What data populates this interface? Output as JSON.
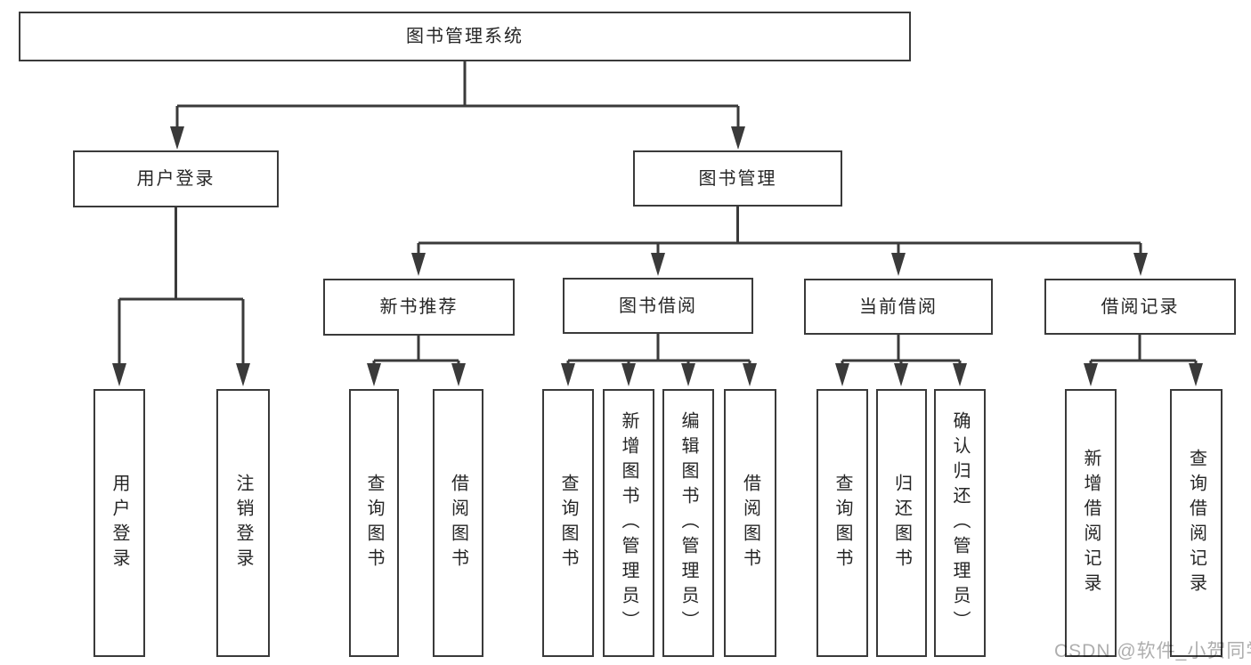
{
  "tree": {
    "root": {
      "label": "图书管理系统"
    },
    "children": [
      {
        "label": "用户登录",
        "children": [
          {
            "label": "用户登录"
          },
          {
            "label": "注销登录"
          }
        ]
      },
      {
        "label": "图书管理",
        "children": [
          {
            "label": "新书推荐",
            "children": [
              {
                "label": "查询图书"
              },
              {
                "label": "借阅图书"
              }
            ]
          },
          {
            "label": "图书借阅",
            "children": [
              {
                "label": "查询图书"
              },
              {
                "label": "新增图书（管理员）"
              },
              {
                "label": "编辑图书（管理员）"
              },
              {
                "label": "借阅图书"
              }
            ]
          },
          {
            "label": "当前借阅",
            "children": [
              {
                "label": "查询图书"
              },
              {
                "label": "归还图书"
              },
              {
                "label": "确认归还（管理员）"
              }
            ]
          },
          {
            "label": "借阅记录",
            "children": [
              {
                "label": "新增借阅记录"
              },
              {
                "label": "查询借阅记录"
              }
            ]
          }
        ]
      }
    ]
  },
  "colors": {
    "line": "#3a3a3a",
    "text": "#262626",
    "watermark": "#a8a8a8"
  },
  "watermark": {
    "text": "CSDN @软件_小贺同学"
  }
}
